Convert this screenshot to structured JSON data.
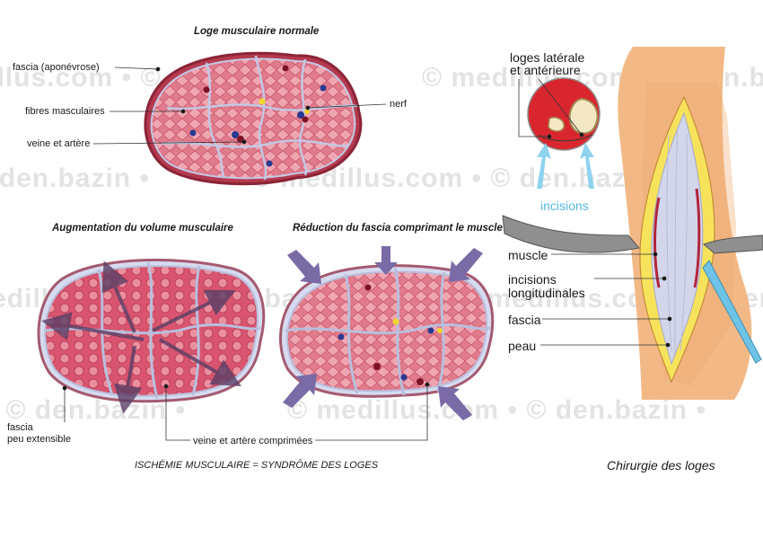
{
  "watermark": "© medillus.com • © den.bazin •",
  "panels": {
    "normal": {
      "title": "Loge musculaire normale",
      "labels": {
        "fascia": "fascia (aponévrose)",
        "fibres": "fibres masculaires",
        "vessels": "veine et artère",
        "nerve": "nerf"
      }
    },
    "increase": {
      "title": "Augmentation du volume musculaire",
      "label_fascia_line1": "fascia",
      "label_fascia_line2": "peu extensible"
    },
    "reduction": {
      "title": "Réduction du fascia comprimant le muscle"
    },
    "shared_label": "veine et artère comprimées",
    "caption": "ISCHÉMIE MUSCULAIRE = SYNDRÔME DES LOGES"
  },
  "surgery": {
    "label_loges_line1": "loges latérale",
    "label_loges_line2": "et antérieure",
    "label_incisions": "incisions",
    "label_muscle": "muscle",
    "label_long_line1": "incisions",
    "label_long_line2": "longitudinales",
    "label_fascia": "fascia",
    "label_skin": "peau",
    "caption": "Chirurgie des loges"
  },
  "colors": {
    "muscle": "#d94f6a",
    "muscle_light": "#eaa0ab",
    "fascia": "#b9bfdc",
    "skin_edge": "#a8253a",
    "arrow": "#7a6aa6",
    "incision_arrow": "#8fd3ef",
    "leg": "#f2b986",
    "fat": "#f3e35a"
  }
}
